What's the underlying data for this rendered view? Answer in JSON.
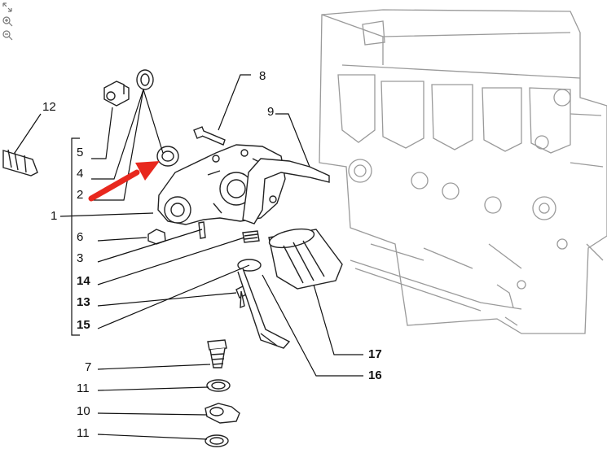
{
  "toolbar": {
    "tools": [
      {
        "name": "fit-icon"
      },
      {
        "name": "zoom-in-icon"
      },
      {
        "name": "zoom-out-icon"
      }
    ]
  },
  "labels": {
    "l12": "12",
    "l8": "8",
    "l9": "9",
    "l5": "5",
    "l4": "4",
    "l2": "2",
    "l1": "1",
    "l6": "6",
    "l3": "3",
    "l14": "14",
    "l13": "13",
    "l15": "15",
    "l7": "7",
    "l11a": "11",
    "l10": "10",
    "l11b": "11",
    "l17": "17",
    "l16": "16"
  },
  "colors": {
    "arrow": "#e8281e",
    "engine_outline": "#9a9a9a",
    "part_outline": "#222222"
  }
}
